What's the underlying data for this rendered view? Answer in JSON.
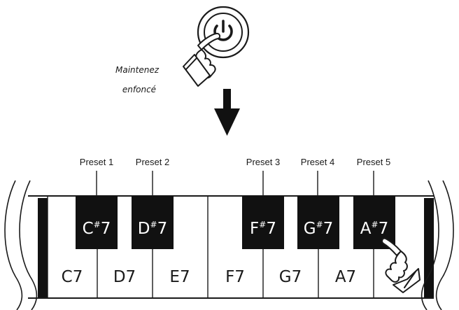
{
  "instruction": {
    "line1": "Maintenez",
    "line2": "enfoncé"
  },
  "icons": {
    "power": "power-icon",
    "pointing_hand": "pointing-hand-icon",
    "down_arrow": "down-arrow-icon"
  },
  "presets": [
    {
      "label": "Preset 1",
      "key": "C#7"
    },
    {
      "label": "Preset 2",
      "key": "D#7"
    },
    {
      "label": "Preset 3",
      "key": "F#7"
    },
    {
      "label": "Preset 4",
      "key": "G#7"
    },
    {
      "label": "Preset 5",
      "key": "A#7"
    }
  ],
  "white_keys": [
    "C7",
    "D7",
    "E7",
    "F7",
    "G7",
    "A7",
    ""
  ],
  "black_keys": [
    {
      "note": "C",
      "accidental": "#",
      "octave": "7"
    },
    {
      "note": "D",
      "accidental": "#",
      "octave": "7"
    },
    {
      "note": "F",
      "accidental": "#",
      "octave": "7"
    },
    {
      "note": "G",
      "accidental": "#",
      "octave": "7"
    },
    {
      "note": "A",
      "accidental": "#",
      "octave": "7"
    }
  ],
  "colors": {
    "ink": "#1a1a1a",
    "key_black": "#111111",
    "key_white": "#ffffff"
  }
}
